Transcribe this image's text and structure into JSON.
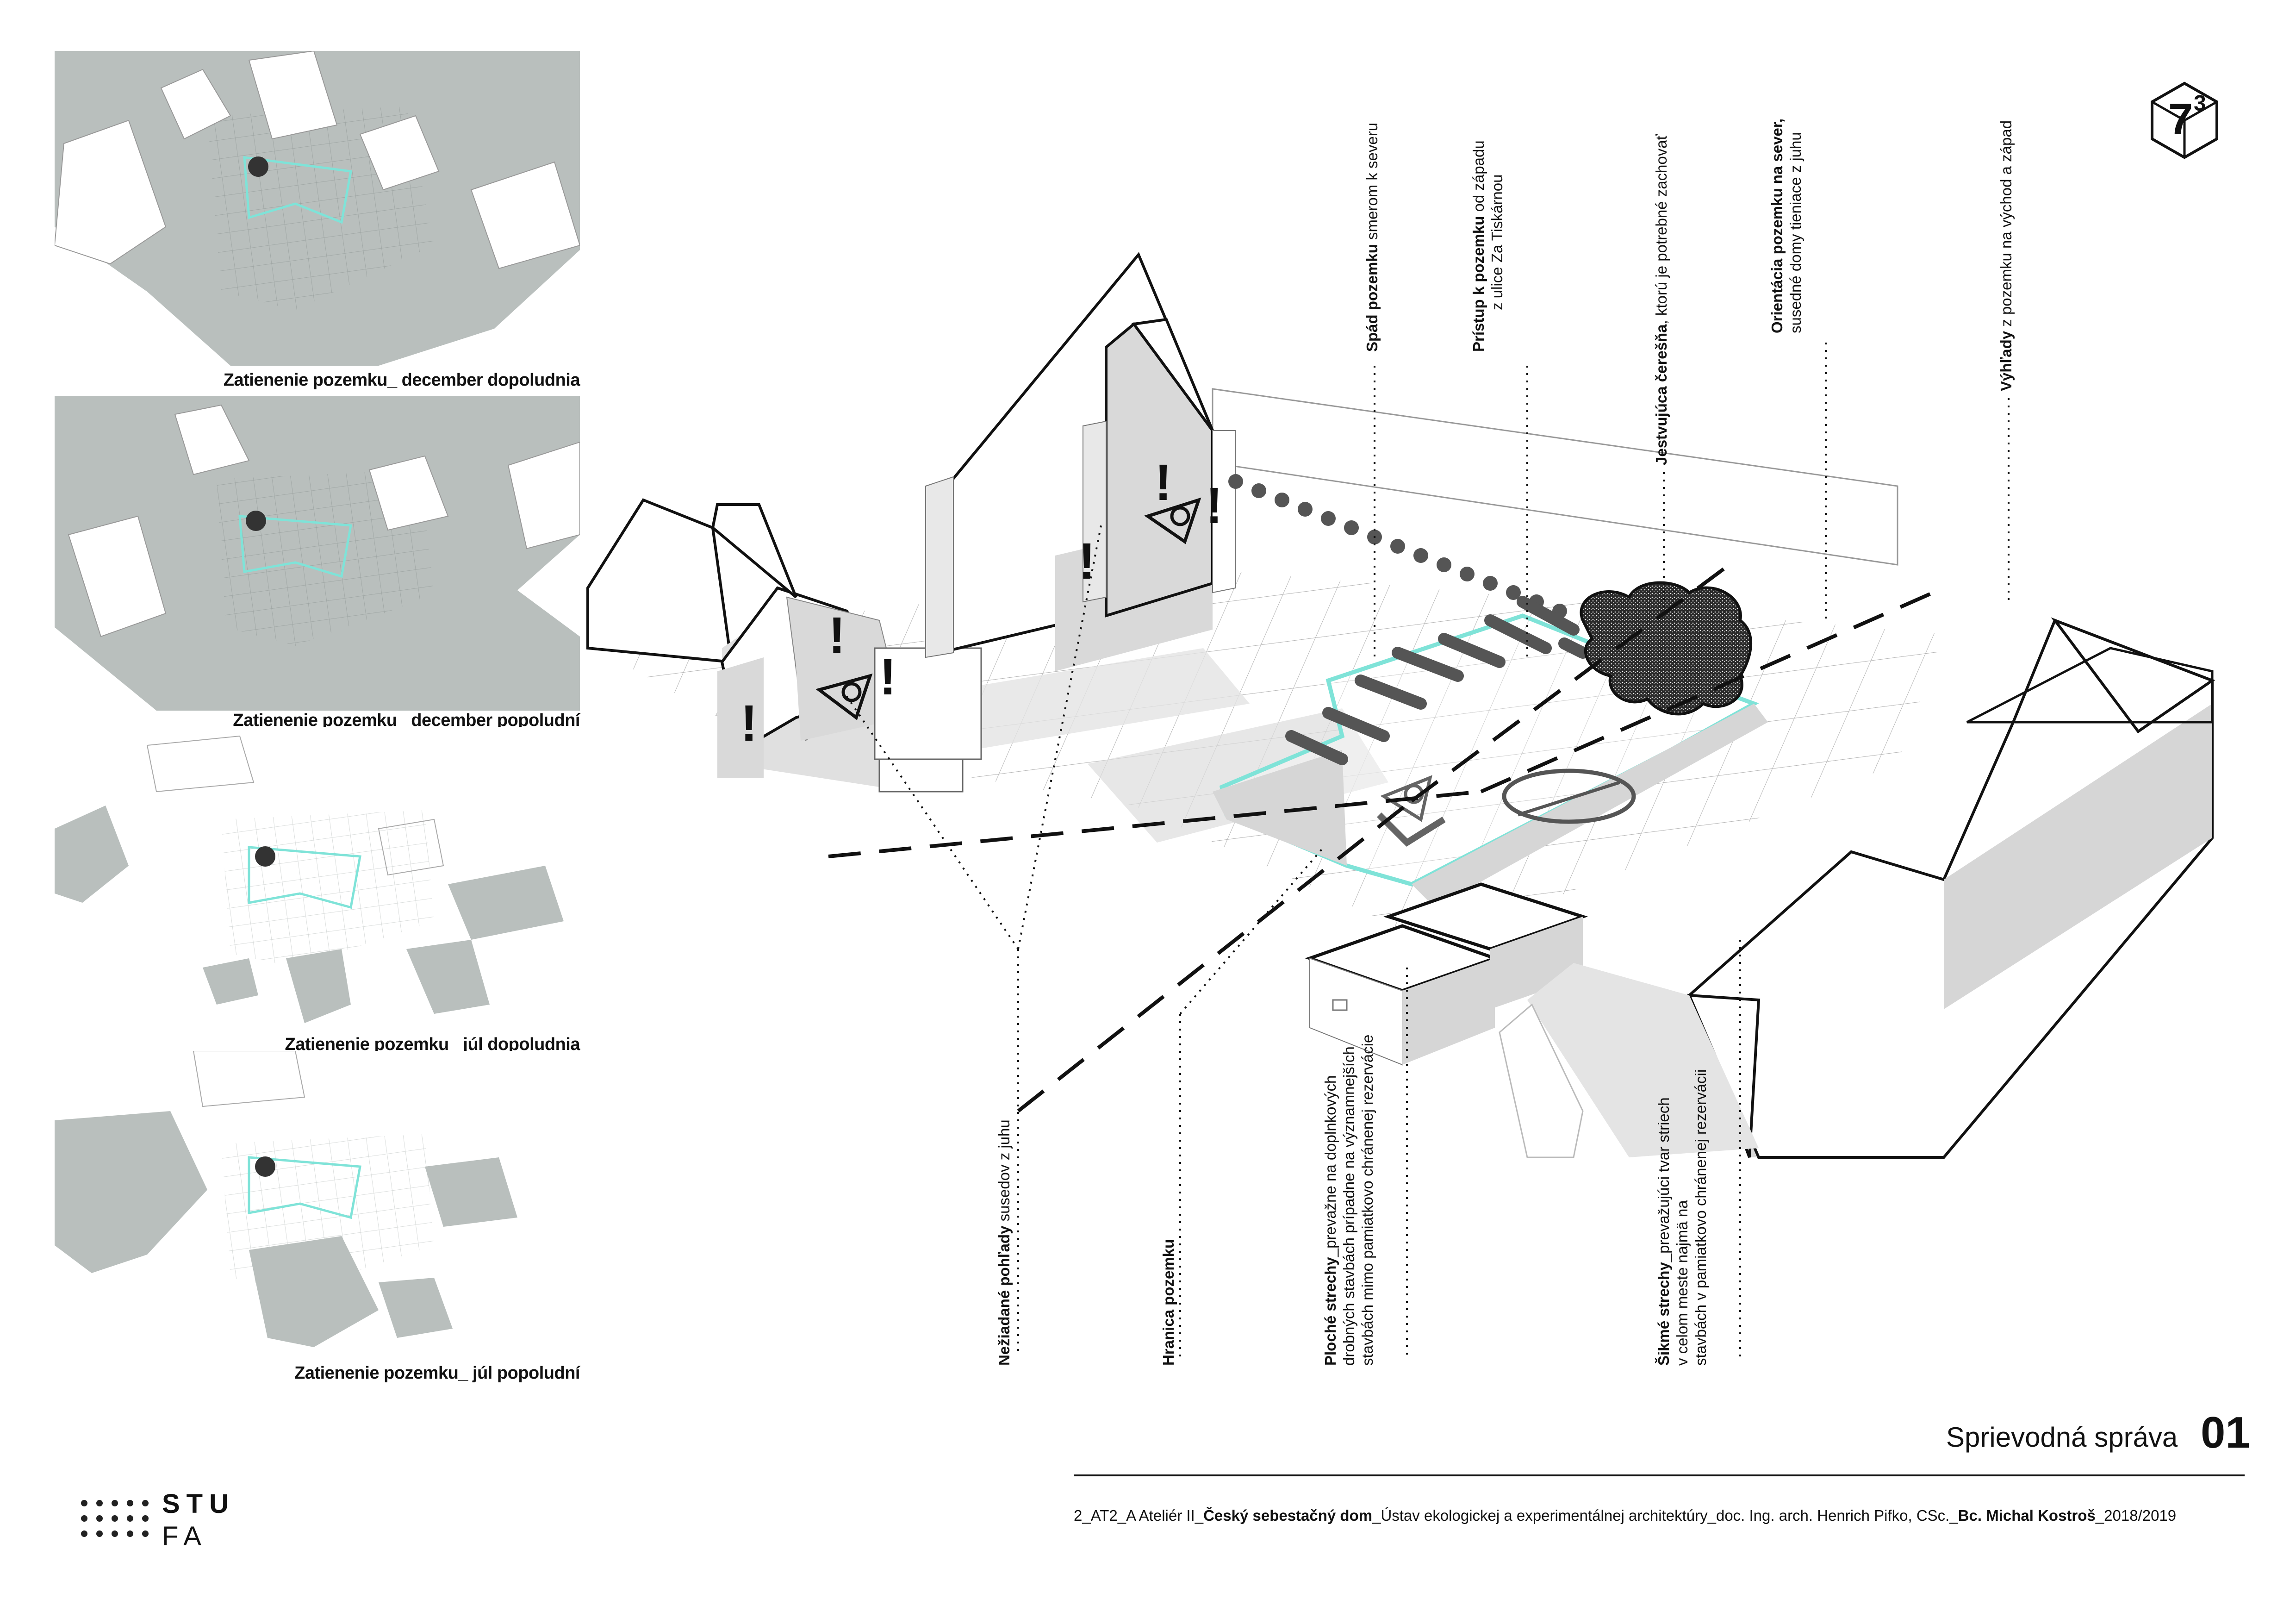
{
  "shading_studies": [
    {
      "caption": "Zatienenie pozemku_ december dopoludnia"
    },
    {
      "caption": "Zatienenie pozemku_ december popoludní"
    },
    {
      "caption": "Zatienenie pozemku_ júl dopoludnia"
    },
    {
      "caption": "Zatienenie pozemku_ júl popoludní"
    }
  ],
  "annotations": {
    "slope": {
      "bold": "Spád pozemku",
      "rest": " smerom k severu"
    },
    "access": {
      "bold": "Prístup k pozemku",
      "rest": " od západu",
      "line2": "z ulice Za Tiskárnou"
    },
    "cherry": {
      "bold": "Jestvujúca čerešňa",
      "rest": ", ktorú je potrebné zachovať"
    },
    "orientation": {
      "bold": "Orientácia pozemku na sever,",
      "line2": "susedné domy tieniace z juhu"
    },
    "views": {
      "bold": "Výhľady",
      "rest": " z pozemku na východ a západ"
    },
    "neighbors": {
      "bold": "Nežiadané pohľady",
      "rest": " susedov z juhu"
    },
    "boundary": {
      "bold": "Hranica pozemku"
    },
    "flat_roofs": {
      "bold": "Ploché strechy",
      "rest": "_prevažne na doplnkových",
      "line2": "drobných stavbách prípadne na významnejších",
      "line3": "stavbách mimo pamiatkovo chránenej rezervácie"
    },
    "pitched_roofs": {
      "bold": "Šikmé strechy",
      "rest": "_prevažujúci tvar striech",
      "line2": "v celom meste najmä na",
      "line3": "stavbách v pamiatkovo chránenej rezervácii"
    }
  },
  "logo_badge": {
    "number": "7",
    "exponent": "3"
  },
  "footer": {
    "title": "Sprievodná správa",
    "sheet_number": "01",
    "credits_prefix": "2_AT2_A Ateliér II_",
    "project_title": "Český sebestačný dom",
    "credits_middle": "_Ústav ekologickej a experimentálnej architektúry_doc. Ing. arch. Henrich Pifko, CSc._",
    "author": "Bc. Michal Kostroš",
    "year": "_2018/2019"
  },
  "school_logo": {
    "line1": "STU",
    "line2": "FA"
  },
  "colors": {
    "shadow": "#b9bfbd",
    "site_outline": "#7fe3d8",
    "grey_wall": "#d6d6d6",
    "ink": "#111111"
  }
}
